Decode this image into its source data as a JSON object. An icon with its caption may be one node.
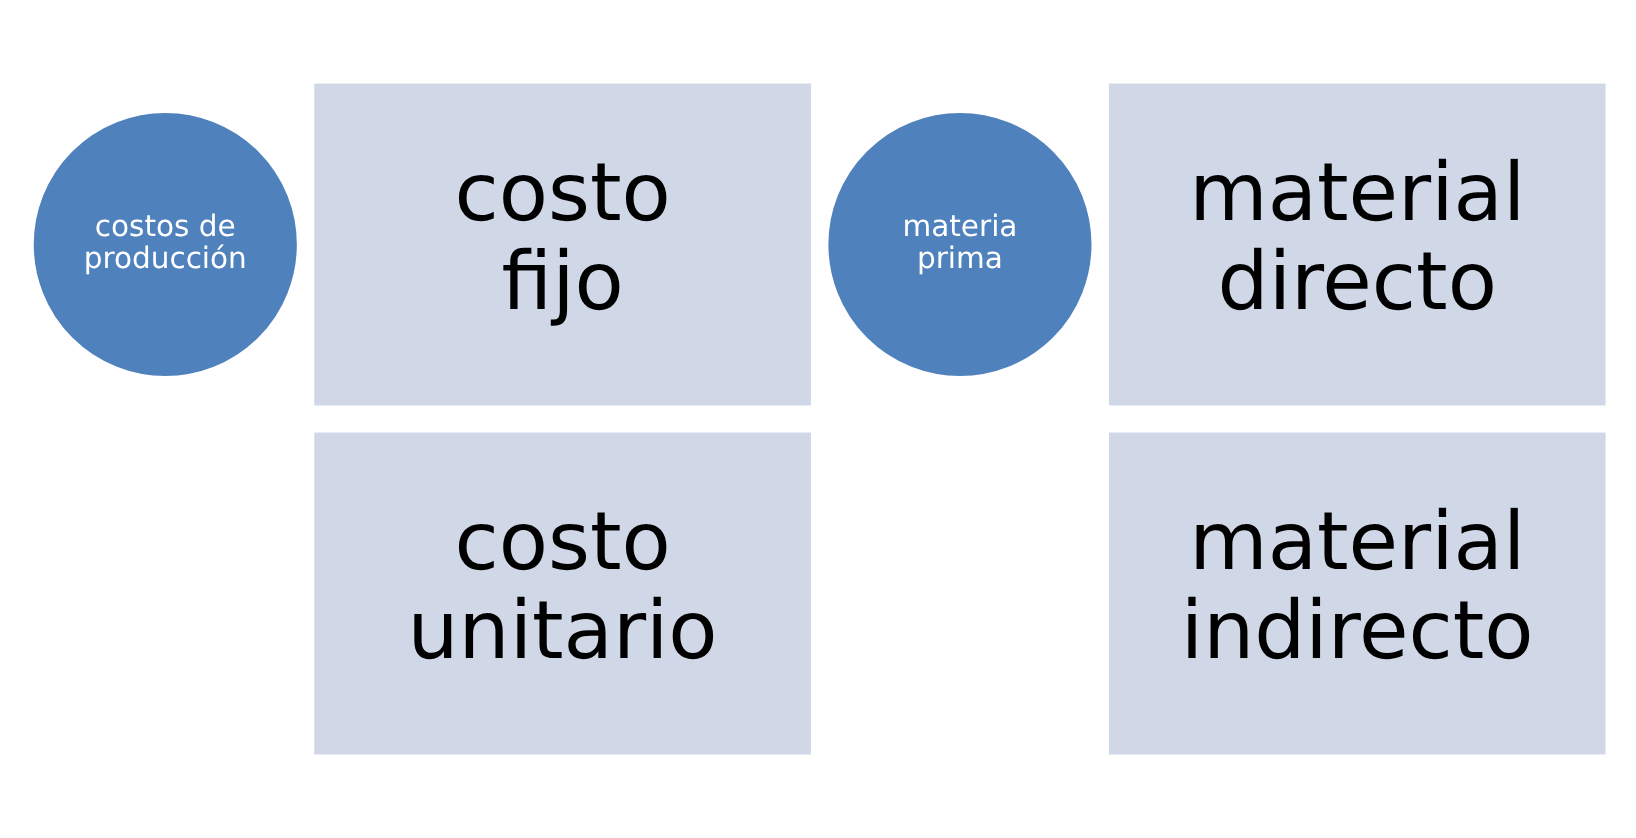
{
  "diagram": {
    "nodes": [
      {
        "text": [
          "costos de producción"
        ]
      },
      {
        "text": [
          "costo fijo"
        ]
      },
      {
        "text": [
          "costo unitario"
        ]
      },
      {
        "text": [
          "materia prima"
        ]
      },
      {
        "text": [
          "material directo"
        ]
      },
      {
        "text": [
          "material indirecto"
        ]
      }
    ],
    "edges": []
  }
}
